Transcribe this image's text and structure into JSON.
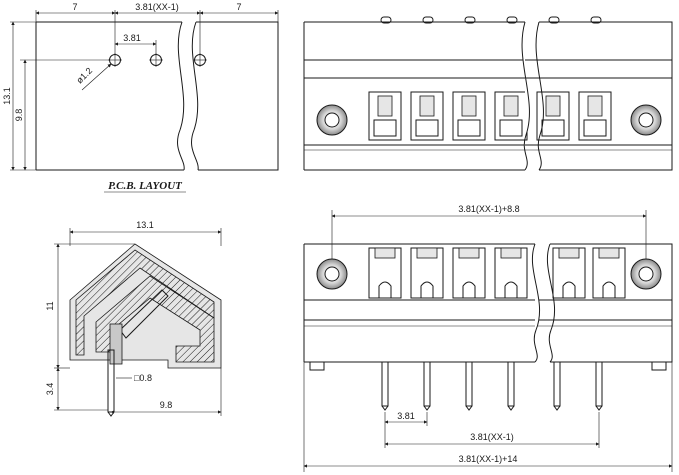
{
  "pcb_layout": {
    "title": "P.C.B. LAYOUT",
    "dim_left_margin": "7",
    "dim_pitch_total": "3.81(XX-1)",
    "dim_right_margin": "7",
    "dim_pitch": "3.81",
    "dim_hole": "ø1.2",
    "dim_height": "13.1",
    "dim_hole_offset": "9.8"
  },
  "side_view": {
    "dim_width": "13.1",
    "dim_height": "11",
    "dim_pin_len": "3.4",
    "dim_pin_section": "□0.8",
    "dim_pin_offset": "9.8"
  },
  "front_view": {
    "dim_flange_span": "3.81(XX-1)+8.8",
    "dim_pitch": "3.81",
    "dim_pins_span": "3.81(XX-1)",
    "dim_total": "3.81(XX-1)+14"
  }
}
